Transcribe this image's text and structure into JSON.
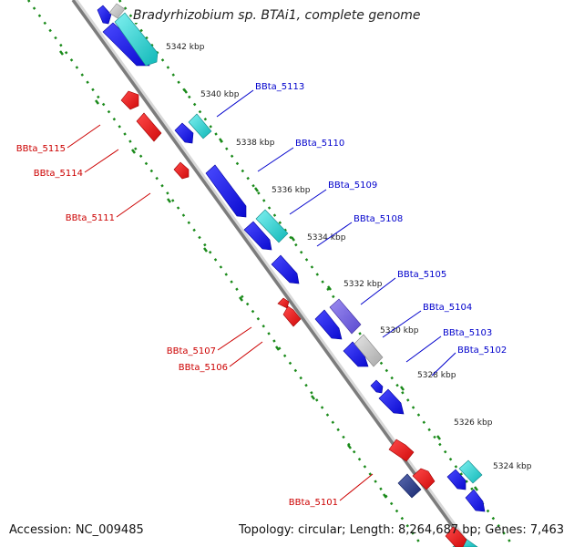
{
  "header": {
    "title": "Bradyrhizobium sp. BTAi1, complete genome"
  },
  "footer": {
    "accession": "Accession: NC_009485",
    "topology": "Topology: circular; Length: 8,264,687 bp; Genes: 7,463"
  },
  "ruler": [
    "5342 kbp",
    "5340 kbp",
    "5338 kbp",
    "5336 kbp",
    "5334 kbp",
    "5332 kbp",
    "5330 kbp",
    "5328 kbp",
    "5326 kbp",
    "5324 kbp"
  ],
  "genes_forward": [
    "BBta_5113",
    "BBta_5110",
    "BBta_5109",
    "BBta_5108",
    "BBta_5105",
    "BBta_5104",
    "BBta_5103",
    "BBta_5102"
  ],
  "genes_reverse": [
    "BBta_5115",
    "BBta_5114",
    "BBta_5111",
    "BBta_5107",
    "BBta_5106",
    "BBta_5101"
  ],
  "colors": {
    "forward_gene": "#1010e0",
    "forward_label": "#0000cc",
    "reverse_gene": "#ee1111",
    "reverse_label": "#cc0000",
    "alt_gene": "#20d0d0",
    "backbone": "#888888",
    "track": "#1a8a1a"
  }
}
